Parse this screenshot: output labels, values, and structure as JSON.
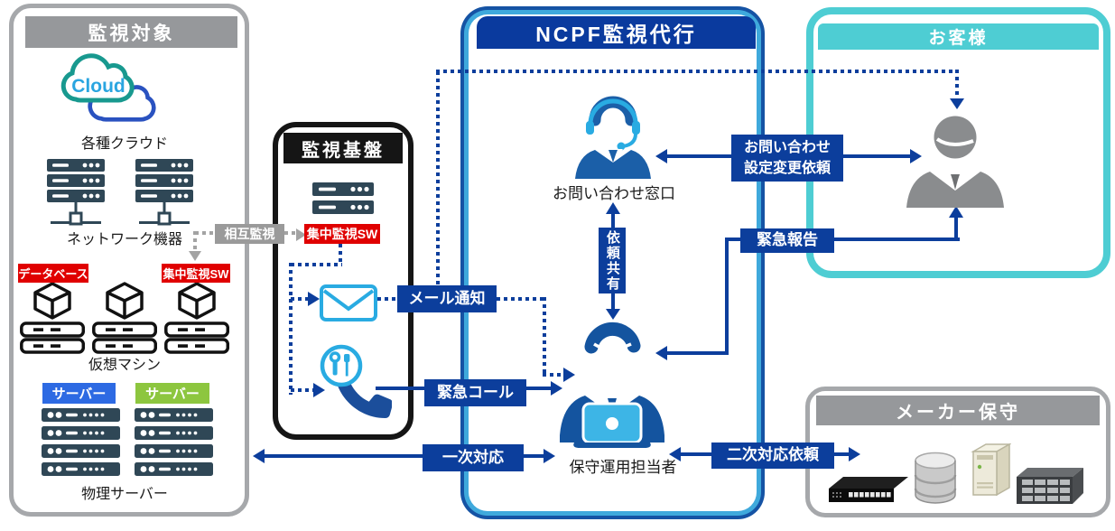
{
  "panels": {
    "target": {
      "title": "監視対象",
      "cloud_badge": "Cloud",
      "cloud_label": "各種クラウド",
      "network_label": "ネットワーク機器",
      "database_tag": "データベース",
      "central_sw_tag": "集中監視SW",
      "vm_label": "仮想マシン",
      "server_tag_blue": "サーバー",
      "server_tag_green": "サーバー",
      "physical_label": "物理サーバー"
    },
    "platform": {
      "title": "監視基盤",
      "central_sw_tag": "集中監視SW"
    },
    "ncpf": {
      "title": "NCPF監視代行",
      "contact_label": "お問い合わせ窓口",
      "share_label": "依頼共有",
      "staff_label": "保守運用担当者"
    },
    "customer": {
      "title": "お客様"
    },
    "maker": {
      "title": "メーカー保守"
    }
  },
  "connectors": {
    "mutual_monitoring": "相互監視",
    "mail_notice": "メール通知",
    "emergency_call": "緊急コール",
    "primary_response": "一次対応",
    "secondary_request": "二次対応依頼",
    "inquiry_line1": "お問い合わせ",
    "inquiry_line2": "設定変更依頼",
    "emergency_report": "緊急報告"
  },
  "icons": {
    "cloud": "cloud-icon",
    "network_device": "network-device-icon",
    "virtual_machine": "vm-cube-icon",
    "physical_server": "server-row-icon",
    "monitoring_server": "server-icon",
    "mail": "mail-icon",
    "emergency_phone": "phone-tools-icon",
    "call_center_operator": "operator-headset-icon",
    "maintenance_staff": "staff-laptop-icon",
    "customer_person": "customer-person-icon",
    "switch": "network-switch-icon",
    "database": "database-icon",
    "tower_server": "tower-server-icon",
    "rack_server": "rack-server-icon"
  },
  "colors": {
    "arrow_blue": "#0c3e9c",
    "alert_red": "#e00000",
    "mutual_gray": "#9a9a9a",
    "panel_gray": "#a6a8ab",
    "panel_black": "#151515",
    "ncpf_blue": "#1553a4",
    "ncpf_light_blue": "#3fa9dc",
    "customer_cyan": "#4ecdd3",
    "device_slate": "#2f4756",
    "accent_light_blue": "#29abe2",
    "server_tag_blue": "#2d6ae3",
    "server_tag_green": "#8dc63f"
  }
}
